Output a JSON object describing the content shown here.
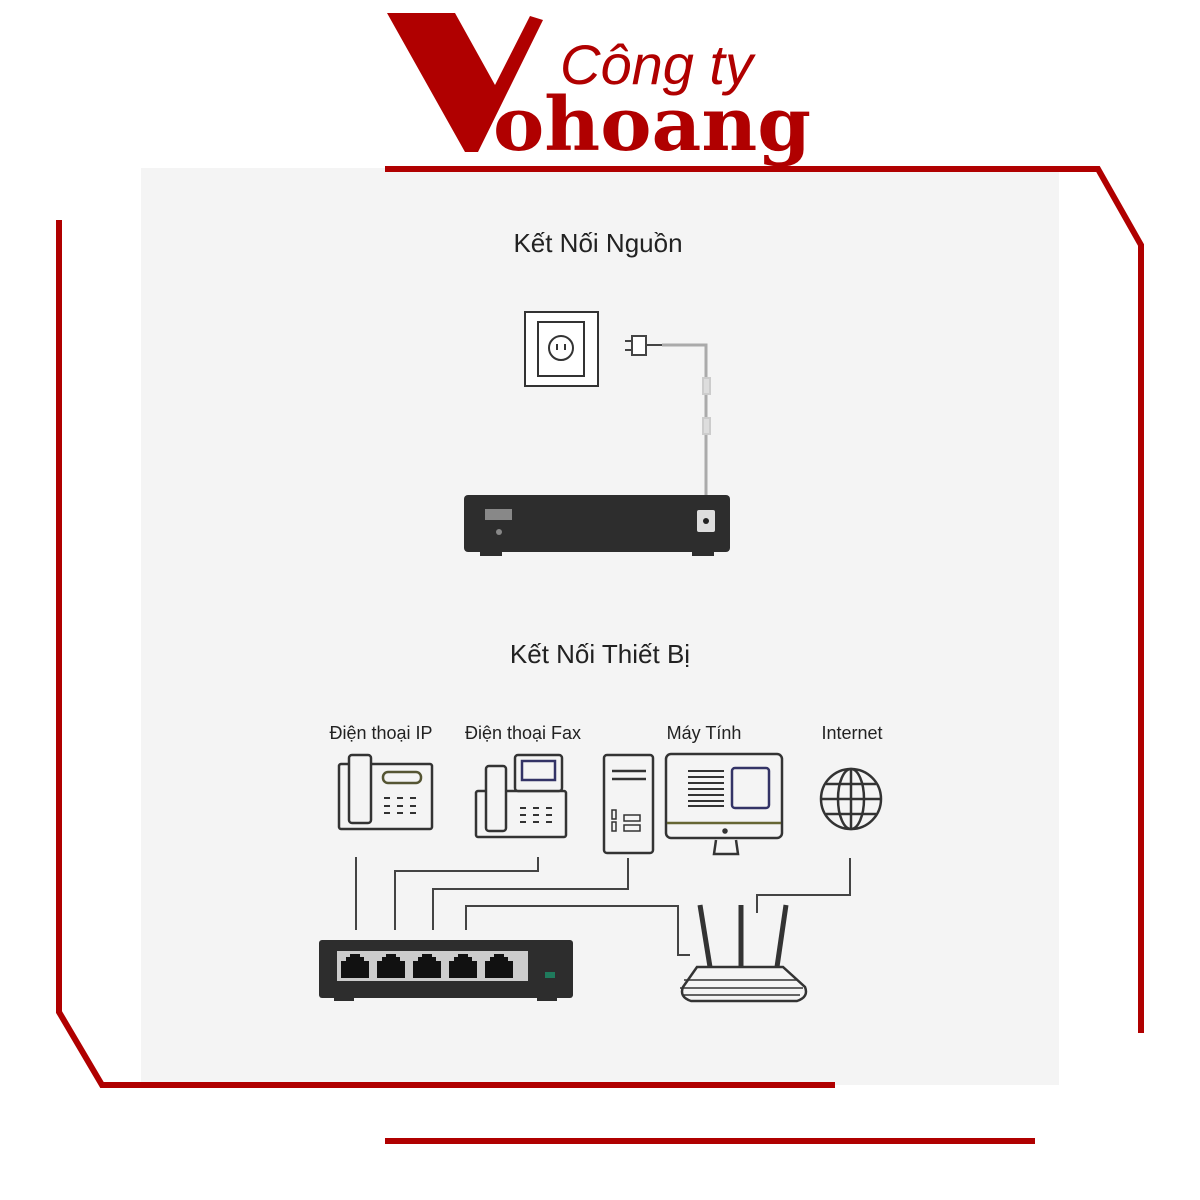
{
  "logo": {
    "prefix": "Công ty",
    "name": "ohoang",
    "letter": "V"
  },
  "sections": {
    "power": {
      "title": "Kết Nối Nguồn"
    },
    "devices": {
      "title": "Kết Nối Thiết Bị",
      "items": [
        {
          "label": "Điện thoại IP",
          "icon": "ip-phone-icon"
        },
        {
          "label": "Điện thoại Fax",
          "icon": "fax-phone-icon"
        },
        {
          "label": "Máy Tính",
          "icon": "computer-icon"
        },
        {
          "label": "Internet",
          "icon": "globe-icon"
        }
      ]
    }
  },
  "colors": {
    "brand": "#b00000",
    "panel": "#f4f4f4",
    "device": "#2d2d2d",
    "led": "#1f7a5c"
  }
}
